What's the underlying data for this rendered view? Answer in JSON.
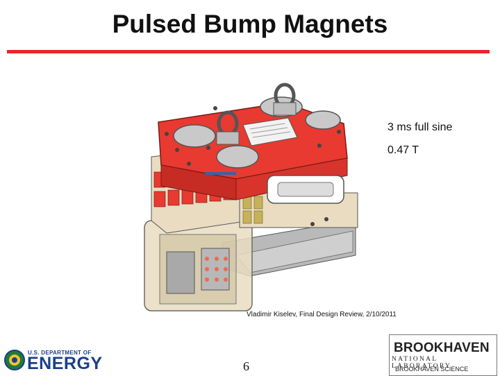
{
  "slide": {
    "title": "Pulsed Bump Magnets",
    "specs": [
      "3 ms full sine",
      "0.47 T"
    ],
    "footer_note": "Vladimir Kiselev, Final Design Review, 2/10/2011",
    "page_number": "6"
  },
  "logos": {
    "doe_top": "U.S. DEPARTMENT OF",
    "doe_word": "ENERGY",
    "bnl_main": "BROOKHAVEN",
    "bnl_sub": "NATIONAL LABORATORY",
    "bnl_science": "BROOKHAVEN SCIENCE"
  },
  "colors": {
    "title_rule": "#e8262b",
    "magnet_red": "#e83a30",
    "doe_blue": "#1b3f8a"
  }
}
